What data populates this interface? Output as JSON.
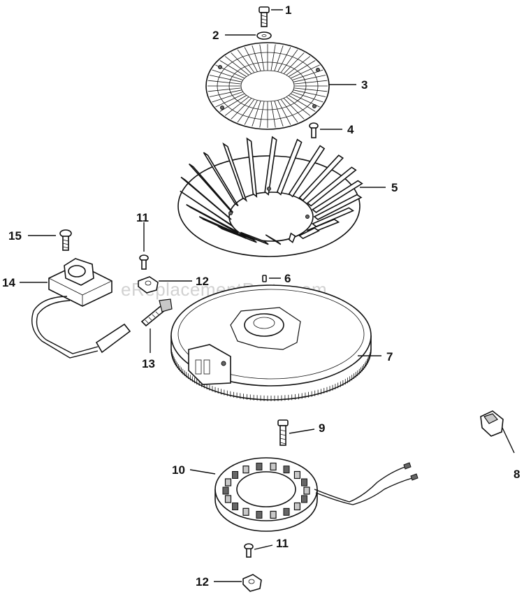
{
  "watermark": "eReplacementParts.com",
  "parts": [
    {
      "id": "bolt-1",
      "label": "1"
    },
    {
      "id": "washer-2",
      "label": "2"
    },
    {
      "id": "screen-3",
      "label": "3"
    },
    {
      "id": "screw-4",
      "label": "4"
    },
    {
      "id": "fan-5",
      "label": "5"
    },
    {
      "id": "key-6",
      "label": "6"
    },
    {
      "id": "flywheel-7",
      "label": "7"
    },
    {
      "id": "connector-8",
      "label": "8"
    },
    {
      "id": "bolt-9",
      "label": "9"
    },
    {
      "id": "stator-10",
      "label": "10"
    },
    {
      "id": "screw-11-top",
      "label": "11"
    },
    {
      "id": "clip-12-top",
      "label": "12"
    },
    {
      "id": "spark-plug-13",
      "label": "13"
    },
    {
      "id": "ignition-module-14",
      "label": "14"
    },
    {
      "id": "screw-15",
      "label": "15"
    },
    {
      "id": "screw-11-bottom",
      "label": "11"
    },
    {
      "id": "clip-12-bottom",
      "label": "12"
    }
  ]
}
